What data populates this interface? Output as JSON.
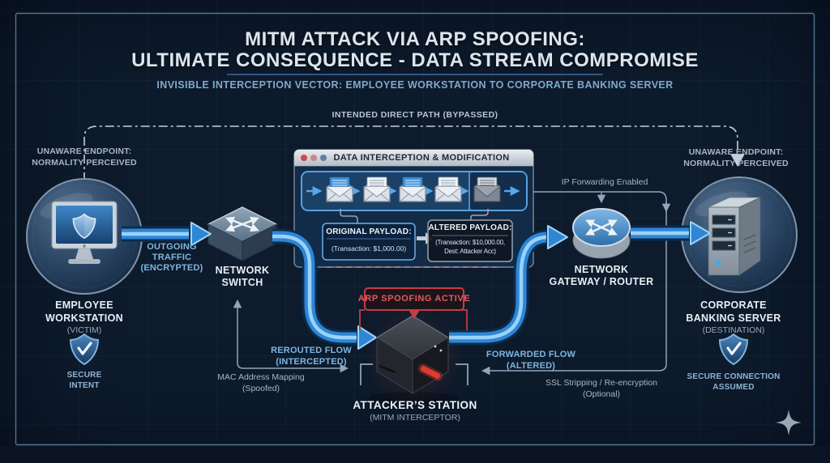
{
  "header": {
    "title_line1": "MITM ATTACK VIA ARP SPOOFING:",
    "title_line2": "ULTIMATE CONSEQUENCE - DATA STREAM COMPROMISE",
    "subtitle": "INVISIBLE INTERCEPTION VECTOR: EMPLOYEE WORKSTATION TO CORPORATE BANKING SERVER"
  },
  "intended_path": {
    "label": "INTENDED DIRECT PATH (BYPASSED)"
  },
  "workstation": {
    "status_line1": "UNAWARE ENDPOINT:",
    "status_line2": "NORMALITY PERCEIVED",
    "name_line1": "EMPLOYEE",
    "name_line2": "WORKSTATION",
    "role": "(VICTIM)",
    "shield_line1": "SECURE",
    "shield_line2": "INTENT"
  },
  "outgoing": {
    "line1": "OUTGOING",
    "line2": "TRAFFIC",
    "line3": "(ENCRYPTED)"
  },
  "switch": {
    "name_line1": "NETWORK",
    "name_line2": "SWITCH"
  },
  "panel": {
    "title": "DATA INTERCEPTION & MODIFICATION",
    "original": {
      "title": "ORIGINAL PAYLOAD:",
      "body": "(Transaction: $1,000.00)"
    },
    "altered": {
      "title": "ALTERED PAYLOAD:",
      "body_line1": "(Transaction: $10,000.00,",
      "body_line2": "Dest: Attacker Acc)"
    }
  },
  "router": {
    "note": "IP Forwarding Enabled",
    "name_line1": "NETWORK",
    "name_line2": "GATEWAY / ROUTER"
  },
  "server": {
    "status_line1": "UNAWARE ENDPOINT:",
    "status_line2": "NORMALITY PERCEIVED",
    "name_line1": "CORPORATE",
    "name_line2": "BANKING SERVER",
    "role": "(DESTINATION)",
    "shield_line1": "SECURE CONNECTION",
    "shield_line2": "ASSUMED"
  },
  "attacker": {
    "badge": "ARP SPOOFING ACTIVE",
    "name": "ATTACKER’S STATION",
    "role": "(MITM INTERCEPTOR)"
  },
  "flows": {
    "rerouted_line1": "REROUTED FLOW",
    "rerouted_line2": "(INTERCEPTED)",
    "mac_line1": "MAC Address Mapping",
    "mac_line2": "(Spoofed)",
    "forwarded_line1": "FORWARDED FLOW",
    "forwarded_line2": "(ALTERED)",
    "ssl_line1": "SSL Stripping / Re-encryption",
    "ssl_line2": "(Optional)"
  },
  "colors": {
    "background": "#0d1b2c",
    "frame": "#56738f",
    "pipe_blue": "#2e86d4",
    "pipe_highlight": "#a6daff",
    "alert_red": "#c63c44",
    "text_primary": "#dde4ec",
    "text_blue": "#7db6e0",
    "text_muted": "#9aa8b6",
    "divider_blue": "#3a6b9a"
  }
}
